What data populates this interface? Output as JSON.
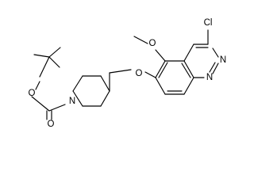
{
  "molecule": {
    "atom_labels": {
      "chlorine": "Cl",
      "ring_n_top": "N",
      "ring_n_bottom": "N",
      "methoxy_o": "O",
      "ether_o": "O",
      "carbamate_o_single": "O",
      "carbamate_o_double": "O",
      "piperidine_n": "N"
    }
  }
}
